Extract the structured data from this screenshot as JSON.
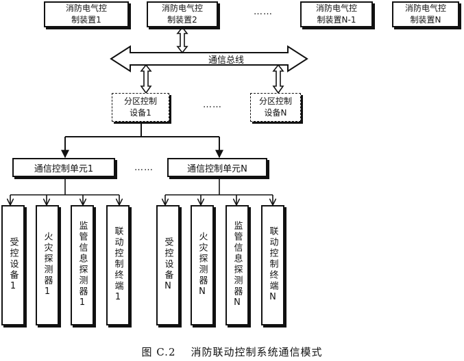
{
  "controllers": [
    {
      "line1": "消防电气控",
      "line2": "制装置1"
    },
    {
      "line1": "消防电气控",
      "line2": "制装置2"
    },
    {
      "line1": "消防电气控",
      "line2": "制装置N-1"
    },
    {
      "line1": "消防电气控",
      "line2": "制装置N"
    }
  ],
  "controllers_ellipsis": "……",
  "bus_label": "通信总线",
  "zones": [
    {
      "line1": "分区控制",
      "line2": "设备1"
    },
    {
      "line1": "分区控制",
      "line2": "设备N"
    }
  ],
  "zones_ellipsis": "……",
  "units": [
    "通信控制单元1",
    "通信控制单元N"
  ],
  "units_ellipsis": "……",
  "devices_group1": [
    "受控设备1",
    "火灾探测器1",
    "监管信息探测器1",
    "联动控制终端1"
  ],
  "devices_groupN": [
    "受控设备N",
    "火灾探测器N",
    "监管信息探测器N",
    "联动控制终端N"
  ],
  "caption": {
    "number": "图 C.2",
    "title": "消防联动控制系统通信模式"
  }
}
